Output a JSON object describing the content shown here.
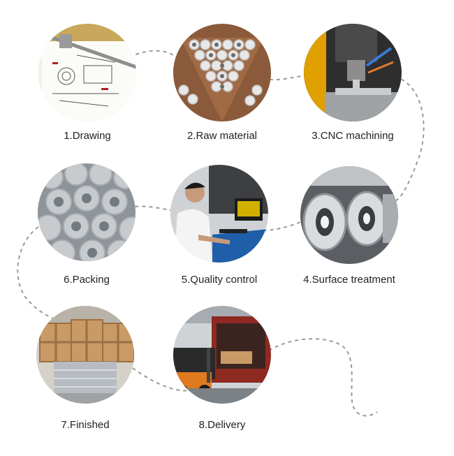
{
  "steps": [
    {
      "id": "drawing",
      "label": "1.Drawing",
      "photo": "engineering-drawing-with-caliper"
    },
    {
      "id": "raw-material",
      "label": "2.Raw material",
      "photo": "aluminum-tube-bundle"
    },
    {
      "id": "cnc-machining",
      "label": "3.CNC machining",
      "photo": "cnc-spindle-cutting"
    },
    {
      "id": "surface-treatment",
      "label": "4.Surface treatment",
      "photo": "polished-machined-parts"
    },
    {
      "id": "quality-control",
      "label": "5.Quality control",
      "photo": "inspector-at-computer"
    },
    {
      "id": "packing",
      "label": "6.Packing",
      "photo": "stacked-aluminum-rings"
    },
    {
      "id": "finished",
      "label": "7.Finished",
      "photo": "wooden-crates-warehouse"
    },
    {
      "id": "delivery",
      "label": "8.Delivery",
      "photo": "forklift-loading-container"
    }
  ],
  "colors": {
    "path": "#999999",
    "label": "#222222",
    "background": "#ffffff"
  }
}
